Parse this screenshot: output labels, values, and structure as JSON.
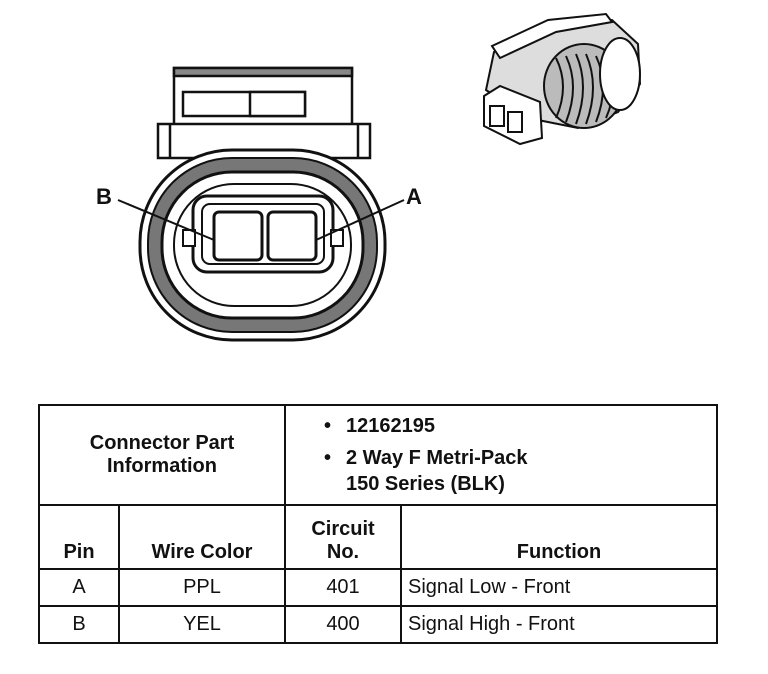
{
  "connector": {
    "pin_a_label": "A",
    "pin_b_label": "B"
  },
  "table": {
    "part_info_label_line1": "Connector Part",
    "part_info_label_line2": "Information",
    "part_number": "12162195",
    "part_desc_line1": "2 Way F Metri-Pack",
    "part_desc_line2": "150 Series (BLK)",
    "headers": {
      "pin": "Pin",
      "wire_color": "Wire Color",
      "circuit_line1": "Circuit",
      "circuit_line2": "No.",
      "function": "Function"
    },
    "rows": [
      {
        "pin": "A",
        "wire_color": "PPL",
        "circuit": "401",
        "function": "Signal Low - Front"
      },
      {
        "pin": "B",
        "wire_color": "YEL",
        "circuit": "400",
        "function": "Signal High - Front"
      }
    ]
  }
}
